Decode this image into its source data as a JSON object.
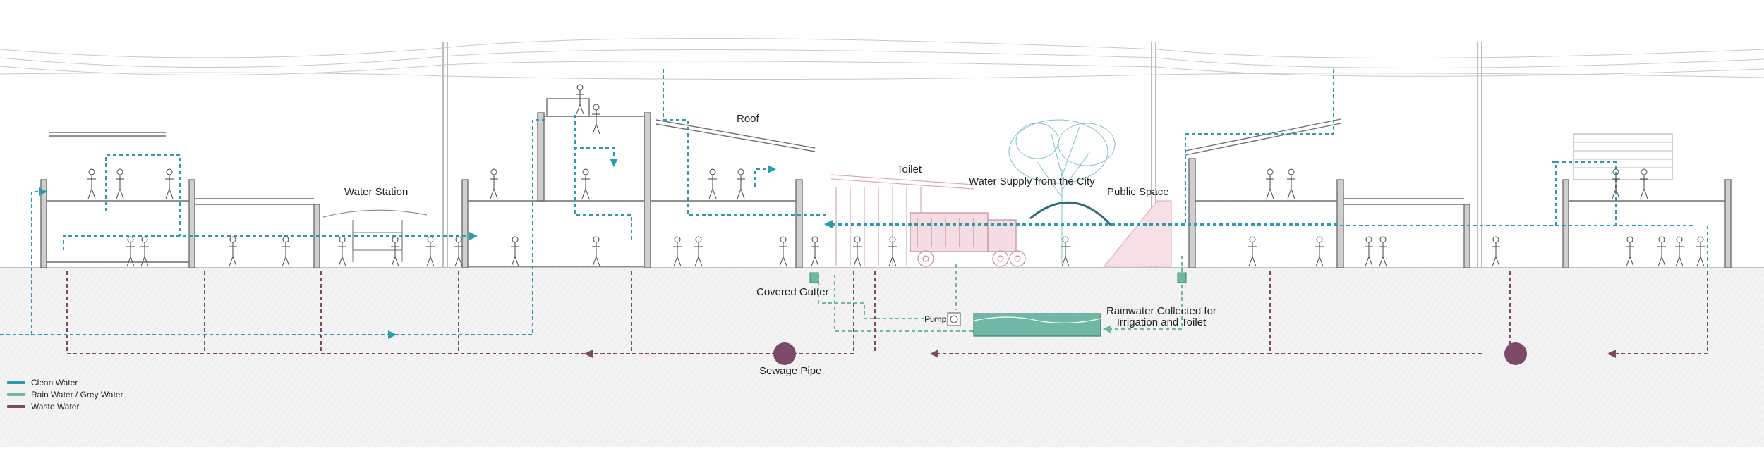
{
  "labels": {
    "roof": "Roof",
    "water_station": "Water Station",
    "toilet": "Toilet",
    "water_supply": "Water Supply from the City",
    "public_space": "Public Space",
    "covered_gutter": "Covered Gutter",
    "pump": "Pump",
    "rainwater_line1": "Rainwater Collected for",
    "rainwater_line2": "Irrigation and Toilet",
    "sewage_pipe": "Sewage Pipe"
  },
  "legend": [
    {
      "label": "Clean Water",
      "color": "#2a9cae"
    },
    {
      "label": "Rain Water / Grey Water",
      "color": "#6fb8a5"
    },
    {
      "label": "Waste Water",
      "color": "#7a4a66"
    }
  ],
  "colors": {
    "clean_water": "#2a9cae",
    "rain_grey_water": "#6fb8a5",
    "waste_water": "#7a4a66",
    "structure": "#8a8a8a",
    "accent_pink": "#d9a9b6",
    "ground": "#f1f1f1"
  }
}
